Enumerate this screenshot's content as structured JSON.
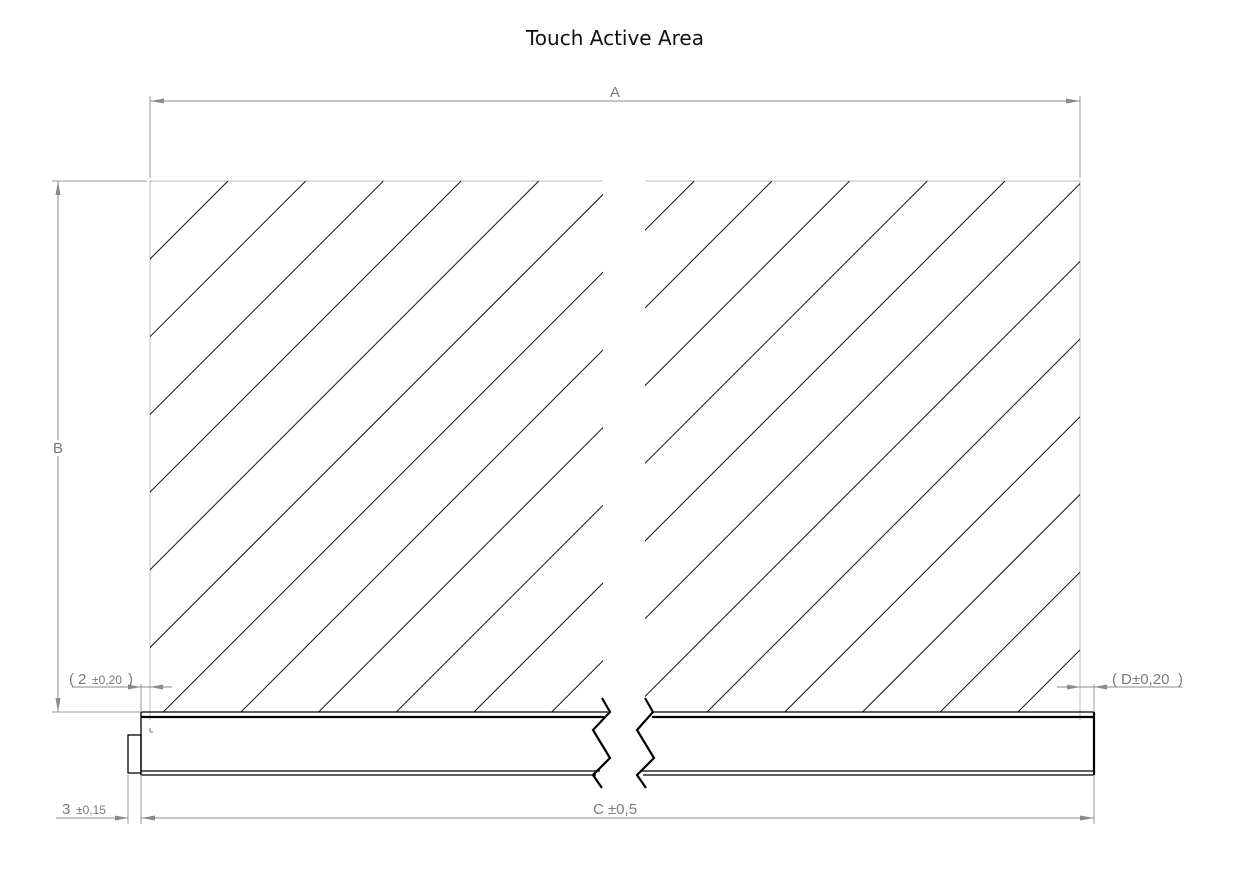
{
  "title": "Touch Active Area",
  "dimensions": {
    "width_label": "A",
    "height_label": "B",
    "left_margin_value": "2",
    "left_margin_tolerance": "±0,20",
    "right_margin_value": "D",
    "right_margin_tolerance": "±0,20",
    "tab_value": "3",
    "tab_tolerance": "±0,15",
    "overall_label": "C ±0,5"
  },
  "colors": {
    "line": "#000000",
    "dimension": "#8a8a8a",
    "text": "#7a7a7a"
  }
}
